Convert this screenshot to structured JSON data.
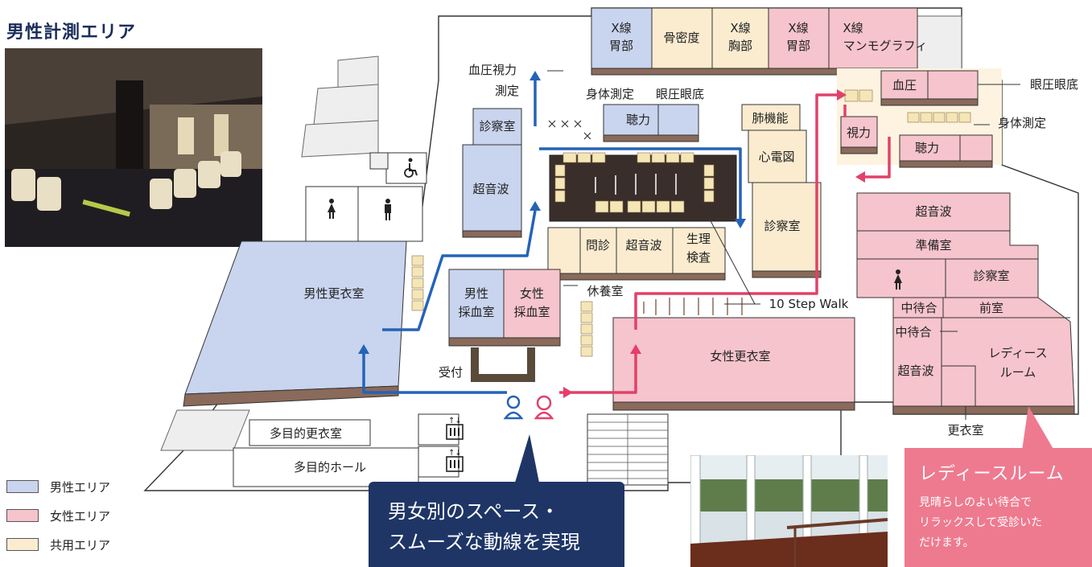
{
  "header": {
    "title": "男性計測エリア"
  },
  "colors": {
    "male": "#c9d4ee",
    "female": "#f6c4cc",
    "common": "#fbecd0",
    "male_route": "#2563b8",
    "female_route": "#e2406a",
    "navy": "#1e3566",
    "pink_callout": "#ee7a8f"
  },
  "legend": [
    {
      "label": "男性エリア",
      "color": "#c9d4ee"
    },
    {
      "label": "女性エリア",
      "color": "#f6c4cc"
    },
    {
      "label": "共用エリア",
      "color": "#fbecd0"
    }
  ],
  "rooms": {
    "xray_stomach_1": [
      "X線",
      "胃部"
    ],
    "bone_density": "骨密度",
    "xray_chest": [
      "X線",
      "胸部"
    ],
    "xray_stomach_2": [
      "X線",
      "胃部"
    ],
    "xray_mammo": [
      "X線",
      "マンモグラフィ"
    ],
    "blood_pressure_vision": [
      "血圧視力",
      "測定"
    ],
    "body_measure_m": "身体測定",
    "eye_pressure_m": "眼圧眼底",
    "hearing_m": "聴力",
    "exam_room_m": "診察室",
    "ultrasound_m": "超音波",
    "lung_function": "肺機能",
    "ecg": "心電図",
    "exam_room_c": "診察室",
    "interview": "問診",
    "ultrasound_c": "超音波",
    "physio_exam": [
      "生理",
      "検査"
    ],
    "rest_room": "休養室",
    "male_blood": [
      "男性",
      "採血室"
    ],
    "female_blood": [
      "女性",
      "採血室"
    ],
    "male_locker": "男性更衣室",
    "female_locker": "女性更衣室",
    "reception": "受付",
    "multi_locker": "多目的更衣室",
    "multi_hall": "多目的ホール",
    "ten_step": "10 Step Walk",
    "blood_pressure_f": "血圧",
    "eye_pressure_f": "眼圧眼底",
    "vision_f": "視力",
    "hearing_f": "聴力",
    "body_measure_f": "身体測定",
    "ultrasound_f1": "超音波",
    "prep_room": "準備室",
    "exam_room_f": "診察室",
    "waiting_mid_1": "中待合",
    "front_room": "前室",
    "waiting_mid_2": "中待合",
    "ladies_room": [
      "レディース",
      "ルーム"
    ],
    "ultrasound_f2": "超音波",
    "changing_room": "更衣室"
  },
  "icons": {
    "wheelchair": "wheelchair-icon",
    "female_wc_1": "female-toilet-icon",
    "male_wc": "male-toilet-icon",
    "female_wc_2": "female-toilet-icon",
    "elevator": "elevator-icon",
    "male_person": "male-person-icon",
    "female_person": "female-person-icon"
  },
  "callouts": {
    "route": [
      "男女別のスペース・",
      "スムーズな動線を実現"
    ],
    "ladies": {
      "title": "レディースルーム",
      "body": [
        "見晴らしのよい待合で",
        "リラックスして受診いた",
        "だけます。"
      ]
    }
  }
}
